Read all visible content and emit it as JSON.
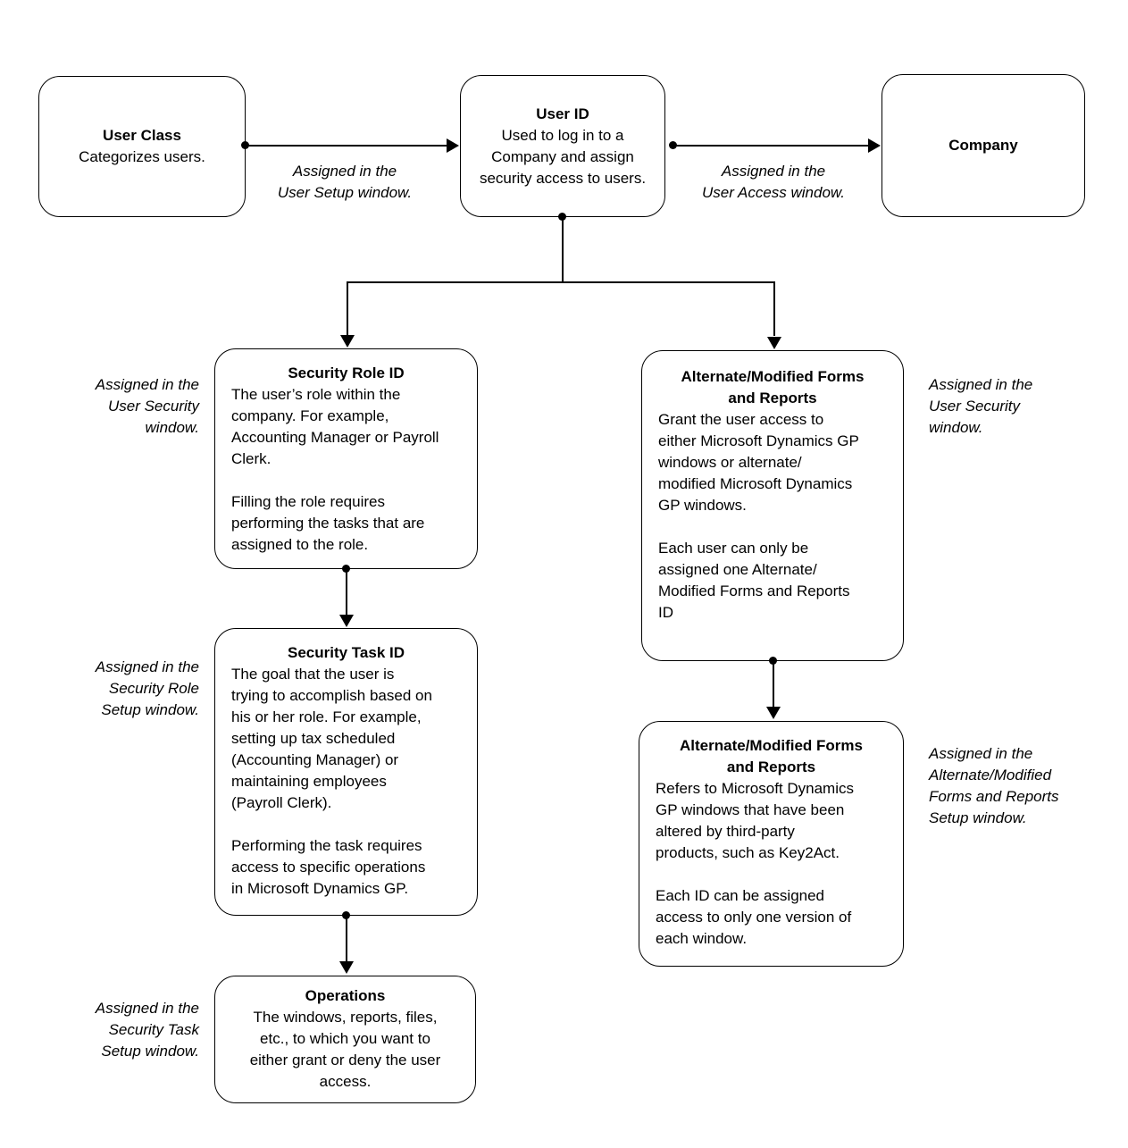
{
  "nodes": {
    "user_class": {
      "title": "User Class",
      "body": "Categorizes users."
    },
    "user_id": {
      "title": "User ID",
      "body": "Used to log in to a\nCompany and assign\nsecurity access to users."
    },
    "company": {
      "title": "Company"
    },
    "security_role_id": {
      "title": "Security Role ID",
      "body1": "The user’s role within the\ncompany. For example,\nAccounting Manager or Payroll\nClerk.",
      "body2": "Filling the role requires\nperforming the tasks that are\nassigned to the role."
    },
    "security_task_id": {
      "title": "Security Task ID",
      "body1": "The goal that the user is\ntrying to accomplish based on\nhis or her role. For example,\nsetting up tax scheduled\n(Accounting Manager) or\nmaintaining employees\n(Payroll Clerk).",
      "body2": "Performing the task requires\naccess to specific operations\nin Microsoft Dynamics GP."
    },
    "operations": {
      "title": "Operations",
      "body": "The windows, reports, files,\netc., to which you want to\neither grant or deny the user\naccess."
    },
    "amfr_user": {
      "title": "Alternate/Modified Forms\nand Reports",
      "body1": "Grant the user access to\neither Microsoft Dynamics GP\nwindows or alternate/\nmodified Microsoft Dynamics\nGP windows.",
      "body2": "Each user can only be\nassigned one Alternate/\nModified Forms and Reports\nID"
    },
    "amfr_setup": {
      "title": "Alternate/Modified Forms\nand Reports",
      "body1": "Refers to Microsoft Dynamics\nGP windows that have been\naltered by third-party\nproducts, such as Key2Act.",
      "body2": "Each ID can be assigned\naccess to only one version of\neach window."
    }
  },
  "labels": {
    "user_setup": "Assigned in the\nUser Setup window.",
    "user_access": "Assigned in the\nUser Access window.",
    "user_security_left": "Assigned in the\nUser Security\nwindow.",
    "security_role_setup": "Assigned in the\nSecurity Role\nSetup window.",
    "security_task_setup": "Assigned in the\nSecurity Task\nSetup window.",
    "user_security_right": "Assigned in the\nUser Security\nwindow.",
    "amfr_setup_window": "Assigned in the\nAlternate/Modified\nForms and Reports\nSetup window."
  },
  "colors": {
    "line": "#000000",
    "text": "#000000",
    "background": "#ffffff"
  }
}
